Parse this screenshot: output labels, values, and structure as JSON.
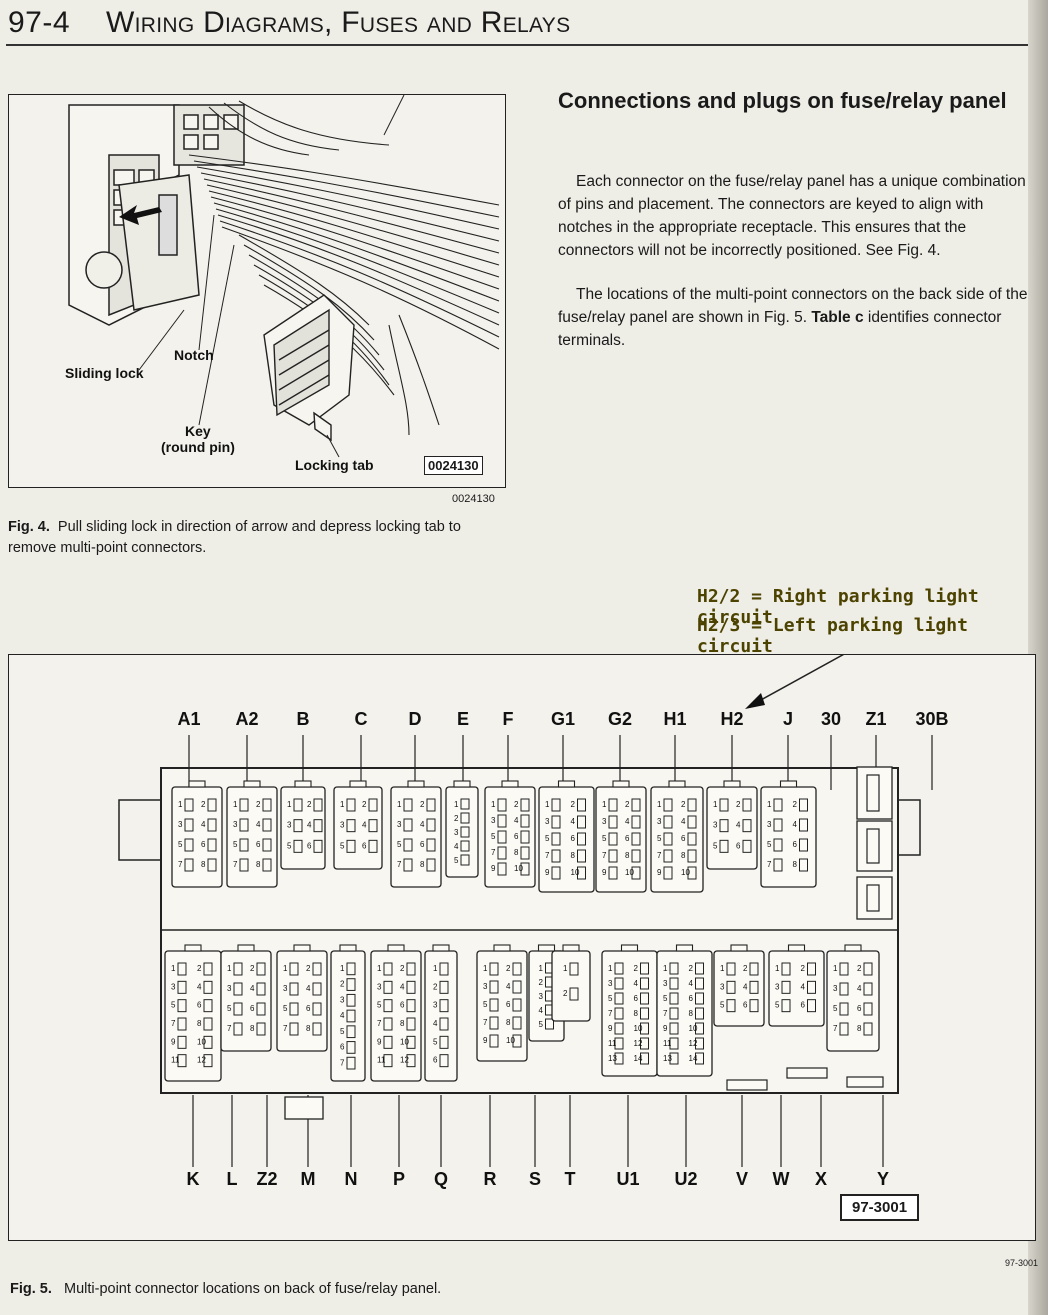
{
  "header": {
    "page_number": "97-4",
    "title": "Wiring Diagrams, Fuses and Relays"
  },
  "figure4": {
    "callouts": {
      "notch": "Notch",
      "sliding_lock": "Sliding lock",
      "key_line1": "Key",
      "key_line2": "(round pin)",
      "locking_tab": "Locking tab"
    },
    "code": "0024130",
    "ref": "0024130",
    "caption_label": "Fig. 4.",
    "caption_text": "Pull sliding lock in direction of arrow and depress locking tab to remove multi-point connectors."
  },
  "section": {
    "heading": "Connections and plugs on fuse/relay panel",
    "paragraph1": "Each connector on the fuse/relay panel has a unique combination of pins and placement. The connectors are keyed to align with notches in the appropriate receptacle. This ensures that the connectors will not be incorrectly positioned. See Fig. 4.",
    "paragraph2_pre": "The locations of the multi-point connectors on the back side of the fuse/relay panel are shown in Fig. 5. ",
    "paragraph2_bold": "Table c",
    "paragraph2_post": " identifies connector terminals."
  },
  "annotation": {
    "line1": "H2/2 = Right parking light circuit",
    "line2": "H2/3 = Left parking light circuit",
    "color": "#4d4300"
  },
  "figure5": {
    "top_labels": [
      "A1",
      "A2",
      "B",
      "C",
      "D",
      "E",
      "F",
      "G1",
      "G2",
      "H1",
      "H2",
      "J",
      "30",
      "Z1",
      "30B"
    ],
    "bottom_labels": [
      "K",
      "L",
      "Z2",
      "M",
      "N",
      "P",
      "Q",
      "R",
      "S",
      "T",
      "U1",
      "U2",
      "V",
      "W",
      "X",
      "Y"
    ],
    "code": "97-3001",
    "ref": "97-3001",
    "caption_label": "Fig. 5.",
    "caption_text": "Multi-point connector locations on back of fuse/relay panel."
  }
}
